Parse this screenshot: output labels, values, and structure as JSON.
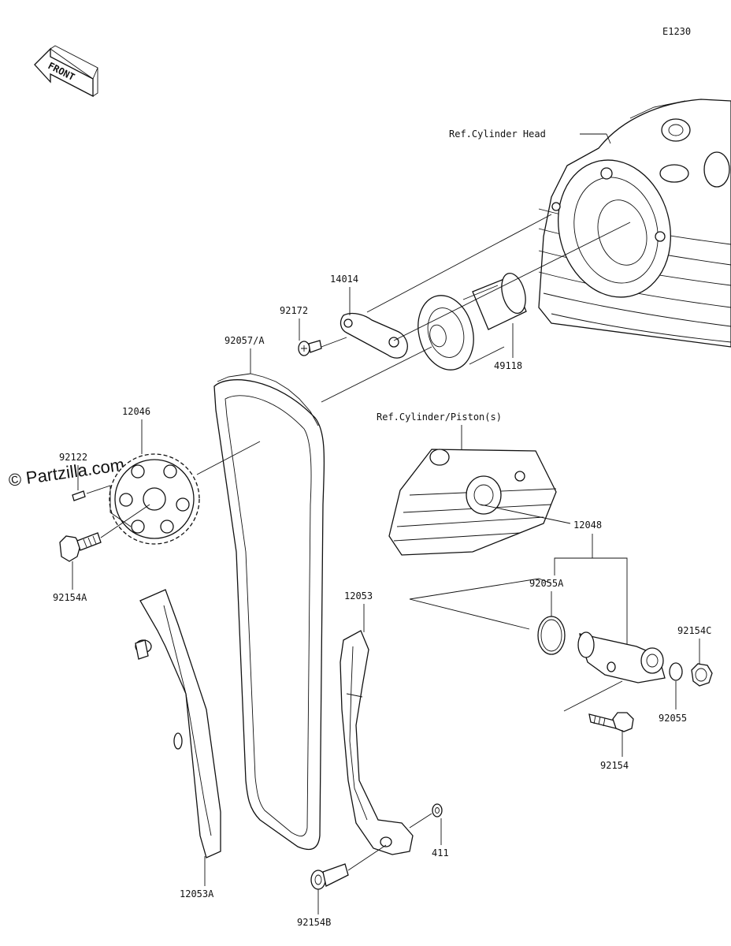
{
  "diagram_code": "E1230",
  "watermark": "© Partzilla.com",
  "front_arrow_text": "FRONT",
  "references": {
    "cylinder_head": "Ref.Cylinder Head",
    "cylinder_piston": "Ref.Cylinder/Piston(s)"
  },
  "parts": [
    {
      "id": "14014",
      "label": "14014"
    },
    {
      "id": "92172",
      "label": "92172"
    },
    {
      "id": "49118",
      "label": "49118"
    },
    {
      "id": "92057A",
      "label": "92057/A"
    },
    {
      "id": "12046",
      "label": "12046"
    },
    {
      "id": "92122",
      "label": "92122"
    },
    {
      "id": "92154A",
      "label": "92154A"
    },
    {
      "id": "12048",
      "label": "12048"
    },
    {
      "id": "92055A",
      "label": "92055A"
    },
    {
      "id": "92154C",
      "label": "92154C"
    },
    {
      "id": "92055",
      "label": "92055"
    },
    {
      "id": "92154",
      "label": "92154"
    },
    {
      "id": "12053",
      "label": "12053"
    },
    {
      "id": "411",
      "label": "411"
    },
    {
      "id": "12053A",
      "label": "12053A"
    },
    {
      "id": "92154B",
      "label": "92154B"
    }
  ]
}
